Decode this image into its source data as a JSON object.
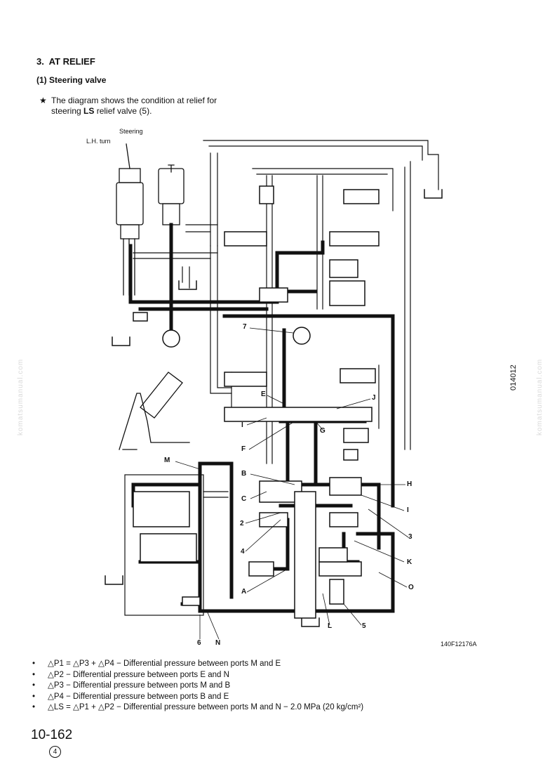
{
  "section": {
    "number": "3.",
    "title": "AT RELIEF"
  },
  "subsection": "(1) Steering valve",
  "note": {
    "bullet": "★",
    "line1": "The diagram shows the condition at relief for",
    "line2_pre": "steering ",
    "line2_bold": "LS",
    "line2_post": " relief valve (5)."
  },
  "diagram": {
    "steering_label": "Steering",
    "turn_label": "L.H. turn",
    "labels": {
      "n7": "7",
      "E": "E",
      "I1": "I",
      "F": "F",
      "G": "G",
      "J": "J",
      "M": "M",
      "B": "B",
      "C": "C",
      "n2": "2",
      "n4": "4",
      "A": "A",
      "H": "H",
      "I2": "I",
      "n3": "3",
      "K": "K",
      "O": "O",
      "L": "L",
      "n5": "5",
      "n6": "6",
      "N": "N"
    },
    "figure_code": "140F12176A",
    "side_code": "014012"
  },
  "watermark": "komatsumanual.com",
  "formulas": [
    "△P1 = △P3 + △P4 − Differential pressure between ports M and E",
    "△P2 − Differential pressure between ports E and N",
    "△P3 − Differential pressure between ports M and B",
    "△P4 − Differential pressure between ports B and E",
    "△LS = △P1 + △P2 − Differential pressure between ports M and N − 2.0 MPa (20 kg/cm²)"
  ],
  "bullet_char": "•",
  "page_number": "10-162",
  "revision": "4"
}
